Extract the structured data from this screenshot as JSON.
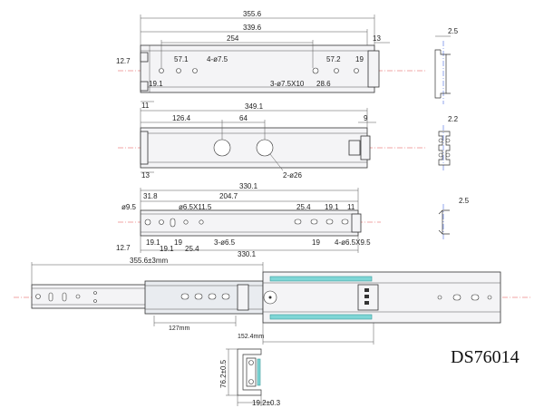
{
  "model": "DS76014",
  "view1": {
    "d_355_6": "355.6",
    "d_339_6": "339.6",
    "d_254": "254",
    "d_13": "13",
    "d_12_7": "12.7",
    "d_57_1": "57.1",
    "d_4_d7_5": "4-ø7.5",
    "d_57_2": "57.2",
    "d_19": "19",
    "d_19_1": "19.1",
    "d_3_d7_5x10": "3-ø7.5X10",
    "d_28_6": "28.6",
    "d_11": "11"
  },
  "view2": {
    "d_349_1": "349.1",
    "d_126_4": "126.4",
    "d_64": "64",
    "d_9": "9",
    "d_13": "13",
    "d_2_d26": "2-ø26"
  },
  "view3": {
    "d_330_1_top": "330.1",
    "d_31_8": "31.8",
    "d_204_7": "204.7",
    "d_9_5": "ø9.5",
    "d_6_5x11_5": "ø6.5X11.5",
    "d_25_4_top": "25.4",
    "d_19_1_top": "19.1",
    "d_11": "11",
    "d_19_1_a": "19.1",
    "d_19_1_b": "19.1",
    "d_19_a": "19",
    "d_25_4": "25.4",
    "d_3_d6_5": "3-ø6.5",
    "d_19_b": "19",
    "d_4_d6_5x9_5": "4-ø6.5X9.5",
    "d_12_7": "12.7",
    "d_330_1_bottom": "330.1"
  },
  "sections": {
    "s1": "2.5",
    "s2": "2.2",
    "s3": "2.5"
  },
  "assembly": {
    "d_355_6_3mm": "355.6±3mm",
    "d_127mm": "127mm",
    "d_152_4mm": "152.4mm"
  },
  "profile": {
    "height": "76.2±0.5",
    "width": "19.2±0.3"
  }
}
